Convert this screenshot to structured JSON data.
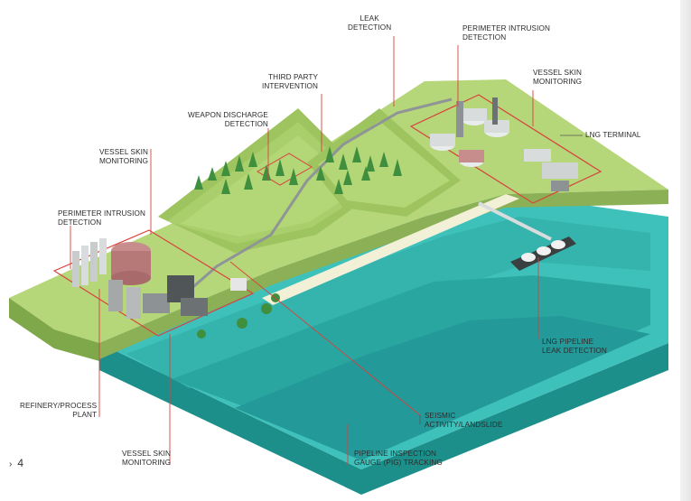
{
  "labels": {
    "leak_detection": [
      "LEAK",
      "DETECTION"
    ],
    "perimeter_intrusion_top": [
      "PERIMETER INTRUSION",
      "DETECTION"
    ],
    "vessel_skin_top_right": [
      "VESSEL SKIN",
      "MONITORING"
    ],
    "third_party": [
      "THIRD PARTY",
      "INTERVENTION"
    ],
    "weapon_discharge": [
      "WEAPON DISCHARGE",
      "DETECTION"
    ],
    "lng_terminal": [
      "LNG TERMINAL"
    ],
    "vessel_skin_left": [
      "VESSEL SKIN",
      "MONITORING"
    ],
    "perimeter_intrusion_left": [
      "PERIMETER INTRUSION",
      "DETECTION"
    ],
    "lng_pipeline": [
      "LNG PIPELINE",
      "LEAK DETECTION"
    ],
    "refinery": [
      "REFINERY/PROCESS",
      "PLANT"
    ],
    "seismic": [
      "SEISMIC",
      "ACTIVITY/LANDSLIDE"
    ],
    "vessel_skin_bottom": [
      "VESSEL SKIN",
      "MONITORING"
    ],
    "pipeline_pig": [
      "PIPELINE INSPECTION",
      "GAUGE (PIG) TRACKING"
    ]
  },
  "page_number": "4",
  "colors": {
    "grass": "#b6d67a",
    "grass_dark": "#9dc45e",
    "grass_side": "#7fa84a",
    "earth_side": "#8bb055",
    "water": "#3fc1bb",
    "water_dark": "#24a8a3",
    "water_edge": "#1d8f8b",
    "road": "#f2f0d6",
    "alert_red": "#d8413c",
    "tree": "#3f8f3f",
    "tree_dark": "#2e6f31",
    "tank": "#d9dcdc",
    "tank_dark": "#8d9294",
    "pipe": "#8f9597",
    "text": "#2b2b2b"
  },
  "icons": [
    "page-arrow-icon"
  ]
}
